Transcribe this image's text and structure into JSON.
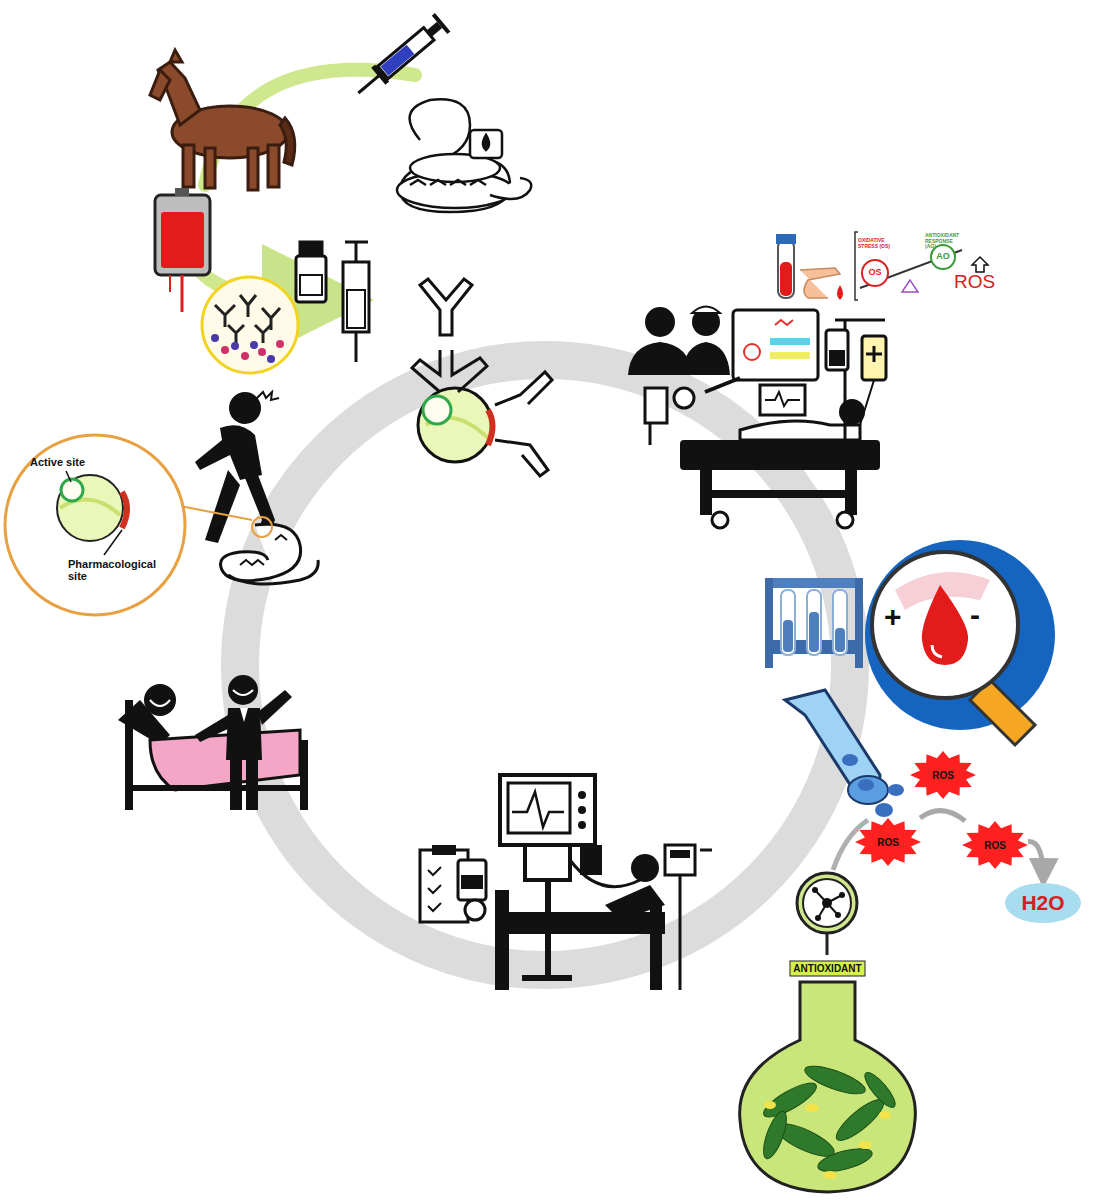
{
  "diagram": {
    "nodes": [
      {
        "text": [
          "ROS"
        ]
      },
      {
        "text": [
          "ROS"
        ]
      },
      {
        "text": [
          "ROS"
        ]
      },
      {
        "text": [
          "H2O"
        ]
      },
      {
        "text": [
          "ANTIOXIDANT"
        ]
      },
      {
        "text": [
          "OS"
        ]
      },
      {
        "text": [
          "AO"
        ]
      }
    ],
    "edges": [
      {
        "from": 1,
        "to": 2,
        "arrow": "none"
      },
      {
        "from": 2,
        "to": 3,
        "arrow": "to"
      }
    ],
    "labels": [
      "Active site",
      "Pharmacological site",
      "OXIDATIVE STRESS (OS)",
      "ANTIOXIDANT RESPONSE (AO)",
      "ROS",
      "+",
      "-"
    ]
  }
}
